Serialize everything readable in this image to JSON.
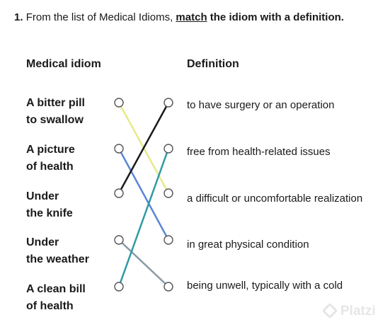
{
  "question": {
    "number": "1.",
    "text_before": "From the list of Medical Idioms, ",
    "match_word": "match",
    "text_after": " the idiom with a definition."
  },
  "headers": {
    "left": "Medical idiom",
    "right": "Definition"
  },
  "idioms": [
    {
      "line1": "A bitter pill",
      "line2": "to swallow"
    },
    {
      "line1": "A picture",
      "line2": "of health"
    },
    {
      "line1": "Under",
      "line2": "the knife"
    },
    {
      "line1": "Under",
      "line2": "the weather"
    },
    {
      "line1": "A clean bill",
      "line2": "of health"
    }
  ],
  "definitions": [
    "to have surgery or an operation",
    "free from health-related issues",
    "a difficult or uncomfortable realization",
    "in great physical condition",
    "being unwell, typically with a cold"
  ],
  "connections": [
    {
      "idiom": 0,
      "definition": 2,
      "color": "#e6ea8a"
    },
    {
      "idiom": 1,
      "definition": 3,
      "color": "#5b86d6"
    },
    {
      "idiom": 2,
      "definition": 0,
      "color": "#1a1a1a"
    },
    {
      "idiom": 3,
      "definition": 4,
      "color": "#8a9aa3"
    },
    {
      "idiom": 4,
      "definition": 1,
      "color": "#2f9aa5"
    }
  ],
  "watermark": {
    "text": "Platzi"
  }
}
